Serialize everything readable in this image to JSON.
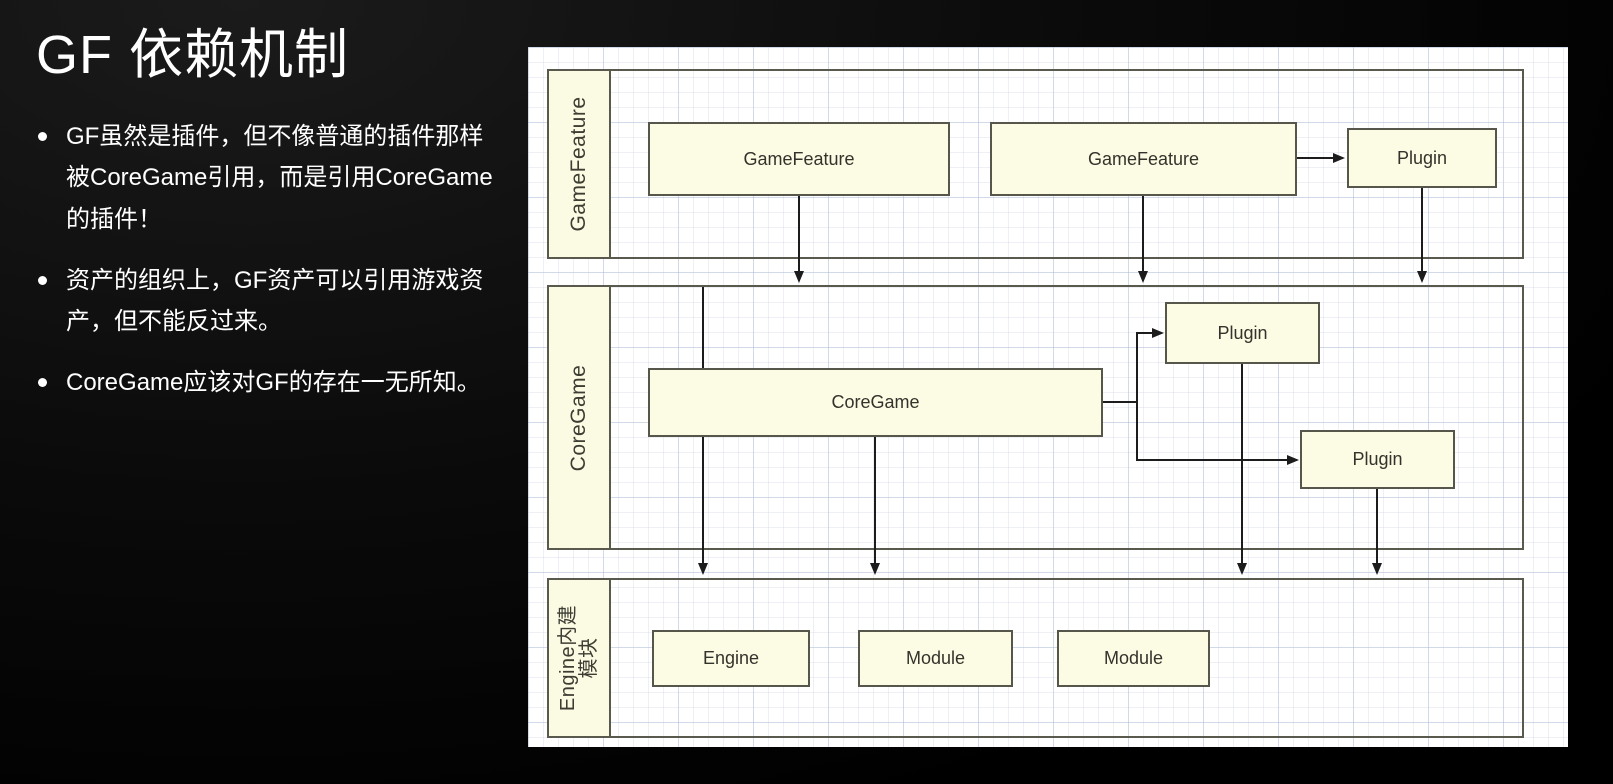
{
  "slide": {
    "title": "GF 依赖机制",
    "bullets": [
      "GF虽然是插件，但不像普通的插件那样被CoreGame引用，而是引用CoreGame的插件！",
      "资产的组织上，GF资产可以引用游戏资产，但不能反过来。",
      "CoreGame应该对GF的存在一无所知。"
    ]
  },
  "diagram": {
    "lanes": [
      {
        "label": "GameFeature"
      },
      {
        "label": "CoreGame"
      },
      {
        "label": "Engine内建模块"
      }
    ],
    "nodes": {
      "gf1": "GameFeature",
      "gf2": "GameFeature",
      "plugin_top": "Plugin",
      "coregame": "CoreGame",
      "plugin_upper": "Plugin",
      "plugin_lower": "Plugin",
      "engine": "Engine",
      "module1": "Module",
      "module2": "Module"
    },
    "colors": {
      "node_fill": "#fcfbe4",
      "node_border": "#57564b",
      "lane_strip_fill": "#fbfae2",
      "panel_bg": "#ffffff",
      "grid_line": "#cdd5e6",
      "arrow": "#1c1c1c",
      "slide_bg": "#000000",
      "text": "#ffffff"
    }
  }
}
